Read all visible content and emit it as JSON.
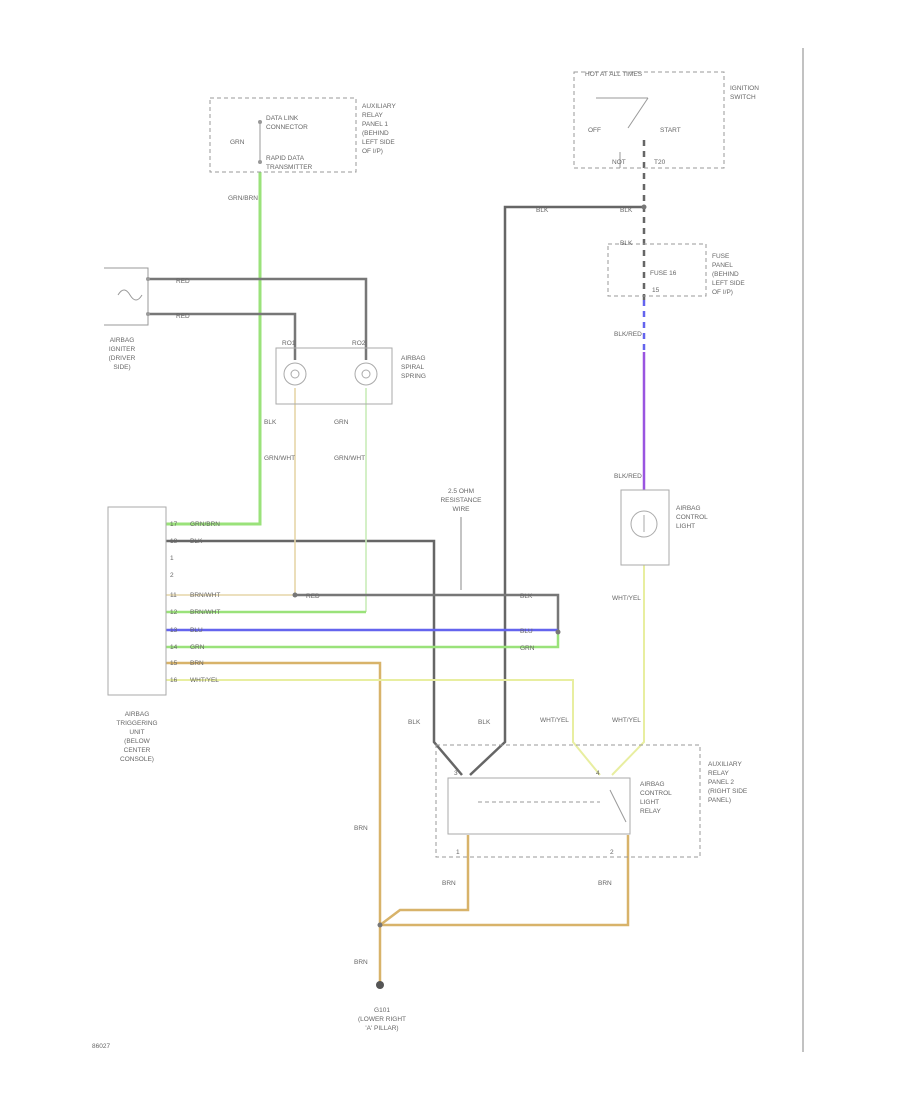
{
  "components": {
    "data_link": {
      "label_a": "AUXILIARY",
      "label_b": "RELAY",
      "label_c": "PANEL 1",
      "label_d": "(BEHIND",
      "label_e": "LEFT SIDE",
      "label_f": "OF I/P)",
      "pin1": "DATA LINK",
      "pin2": "CONNECTOR",
      "pin3": "RAPID DATA",
      "pin4": "TRANSMITTER",
      "wire_tag": "GRN"
    },
    "ignition": {
      "title": "HOT AT ALL TIMES",
      "off": "OFF",
      "start": "START",
      "pin_a": "NOT",
      "pin_b": "T20",
      "label_a": "IGNITION",
      "label_b": "SWITCH"
    },
    "fuse": {
      "label": "FUSE 16",
      "amp": "15",
      "desc_a": "FUSE",
      "desc_b": "PANEL",
      "desc_c": "(BEHIND",
      "desc_d": "LEFT SIDE",
      "desc_e": "OF I/P)"
    },
    "igniter": {
      "label_a": "AIRBAG",
      "label_b": "IGNITER",
      "label_c": "(DRIVER",
      "label_d": "SIDE)"
    },
    "spiral": {
      "label_a": "AIRBAG",
      "label_b": "SPIRAL",
      "label_c": "SPRING",
      "t1": "RO1",
      "t2": "RO2"
    },
    "resistance": {
      "label_a": "2.5 OHM",
      "label_b": "RESISTANCE",
      "label_c": "WIRE"
    },
    "control_light": {
      "label_a": "AIRBAG",
      "label_b": "CONTROL",
      "label_c": "LIGHT"
    },
    "trigger_unit": {
      "label_a": "AIRBAG",
      "label_b": "TRIGGERING",
      "label_c": "UNIT",
      "label_d": "(BELOW",
      "label_e": "CENTER",
      "label_f": "CONSOLE)"
    },
    "relay": {
      "label_a": "AIRBAG",
      "label_b": "CONTROL",
      "label_c": "LIGHT",
      "label_d": "RELAY",
      "panel_a": "AUXILIARY",
      "panel_b": "RELAY",
      "panel_c": "PANEL 2",
      "panel_d": "(RIGHT SIDE",
      "panel_e": "PANEL)",
      "pin3": "3",
      "pin4": "4",
      "pin2": "2",
      "pin1": "1"
    },
    "ground": {
      "label_a": "G101",
      "label_b": "(LOWER RIGHT",
      "label_c": "'A' PILLAR)"
    }
  },
  "wire_labels": {
    "grn_brn": "GRN/BRN",
    "blk_top": "BLK",
    "blk_1": "BLK",
    "blk_2": "BLK",
    "blk_red_1": "BLK/RED",
    "blk_red_2": "BLK/RED",
    "wht_yel_1": "WHT/YEL",
    "wht_yel_2": "WHT/YEL",
    "wht_yel_3": "WHT/YEL",
    "red_igniter_1": "RED",
    "red_igniter_2": "RED",
    "blk_spiral": "BLK",
    "grn_spiral": "GRN",
    "grn_wht_1": "GRN/WHT",
    "grn_wht_2": "GRN/WHT",
    "brn_1": "BRN",
    "brn_2": "BRN",
    "brn_3": "BRN",
    "brn_4": "BRN",
    "blk_down_1": "BLK",
    "blk_down_2": "BLK",
    "pin_labels": [
      "GRN/BRN",
      "BLK",
      "",
      "",
      "BRN/WHT",
      "BRN/WHT",
      "BLU",
      "GRN",
      "BRN",
      "WHT/YEL"
    ],
    "red_run": "RED",
    "blk_run": "BLK",
    "blu_run": "BLU",
    "grn_run": "GRN"
  },
  "pin_numbers": [
    "17",
    "18",
    "1",
    "2",
    "11",
    "12",
    "13",
    "14",
    "15",
    "16"
  ],
  "figure_id": "86027",
  "colors": {
    "green": "#9ae27a",
    "black": "#555555",
    "blue": "#5a5ae8",
    "purple": "#9a55e0",
    "tan": "#d8b36a",
    "yellow": "#e8eea0",
    "lightgreen": "#b7e8a2"
  }
}
